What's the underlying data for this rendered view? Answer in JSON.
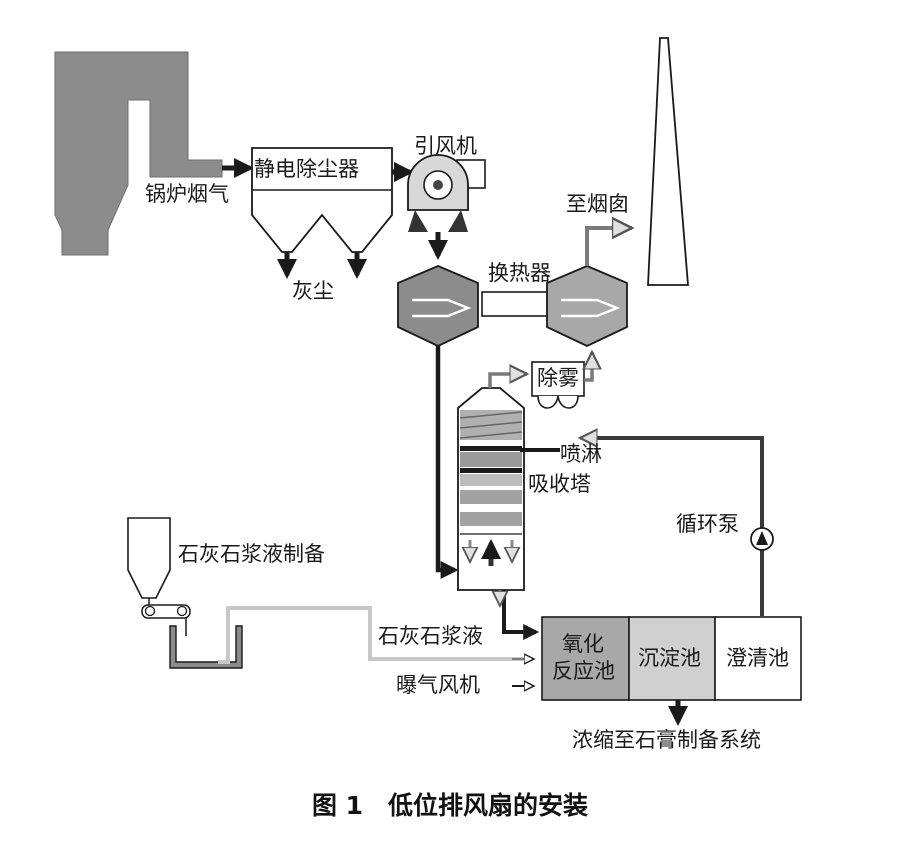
{
  "labels": {
    "boiler_flue_gas": "锅炉烟气",
    "esp": "静电除尘器",
    "ash": "灰尘",
    "fan": "引风机",
    "to_chimney": "至烟囱",
    "heat_exchanger": "换热器",
    "demister": "除雾",
    "spray": "喷淋",
    "absorber": "吸收塔",
    "circ_pump": "循环泵",
    "limestone_prep": "石灰石浆液制备",
    "limestone_slurry": "石灰石浆液",
    "aeration_fan": "曝气风机",
    "oxidation_tank_1": "氧化",
    "oxidation_tank_2": "反应池",
    "settling_tank": "沉淀池",
    "clarifier_tank": "澄清池",
    "to_gypsum": "浓缩至石膏制备系统"
  },
  "caption": "图 1　低位排风扇的安装",
  "colors": {
    "line_dark": "#1a1a1a",
    "fill_gray": "#8c8c8c",
    "fill_mid": "#a8a8a8",
    "fill_light": "#d0d0d0",
    "pipe_light": "#c8c8c8"
  }
}
